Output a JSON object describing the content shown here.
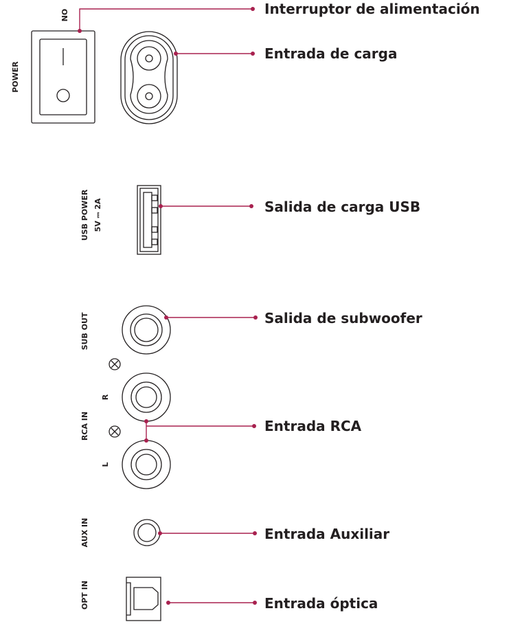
{
  "accent_color": "#a8214f",
  "ink_color": "#231f20",
  "panel": {
    "power": "POWER",
    "on": "ON",
    "usb_power": "USB POWER",
    "usb_rating": "5V ⎓ 2A",
    "sub_out": "SUB OUT",
    "rca_in": "RCA IN",
    "right": "R",
    "left": "L",
    "aux_in": "AUX IN",
    "opt_in": "OPT IN"
  },
  "callouts": [
    {
      "id": "power-switch",
      "label": "Interruptor de alimentación"
    },
    {
      "id": "power-inlet",
      "label": "Entrada de carga"
    },
    {
      "id": "usb-charge",
      "label": "Salida de carga USB"
    },
    {
      "id": "sub-out",
      "label": "Salida de subwoofer"
    },
    {
      "id": "rca-in",
      "label": "Entrada RCA"
    },
    {
      "id": "aux-in",
      "label": "Entrada Auxiliar"
    },
    {
      "id": "optical-in",
      "label": "Entrada óptica"
    }
  ],
  "icons": [
    "rocker-switch-icon",
    "ac-inlet-icon",
    "usb-port-icon",
    "rca-jack-icon",
    "screw-icon",
    "aux-jack-icon",
    "optical-port-icon"
  ]
}
